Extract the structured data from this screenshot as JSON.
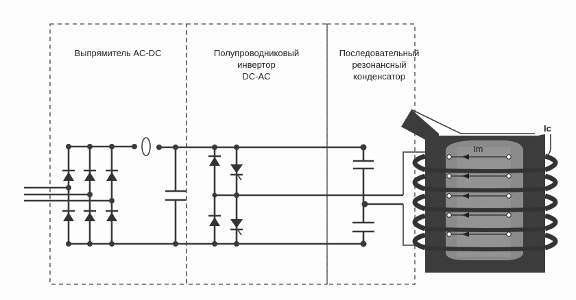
{
  "sections": [
    {
      "id": "rectifier",
      "title_lines": [
        "Выпрямитель AC-DC"
      ]
    },
    {
      "id": "inverter",
      "title_lines": [
        "Полупроводниковый",
        "инвертор",
        "DC-AC"
      ]
    },
    {
      "id": "resonant_capacitor",
      "title_lines": [
        "Последовательный",
        "резонансный",
        "конденсатор"
      ]
    }
  ],
  "furnace": {
    "label_inductor_current": "Ic",
    "label_melt_current": "Im"
  },
  "colors": {
    "wire": "#3a3a3a",
    "dashed_border": "#444444",
    "furnace_body": "#3c3c3c",
    "melt": "#8a8a8a",
    "background": "#fdfdfd"
  }
}
